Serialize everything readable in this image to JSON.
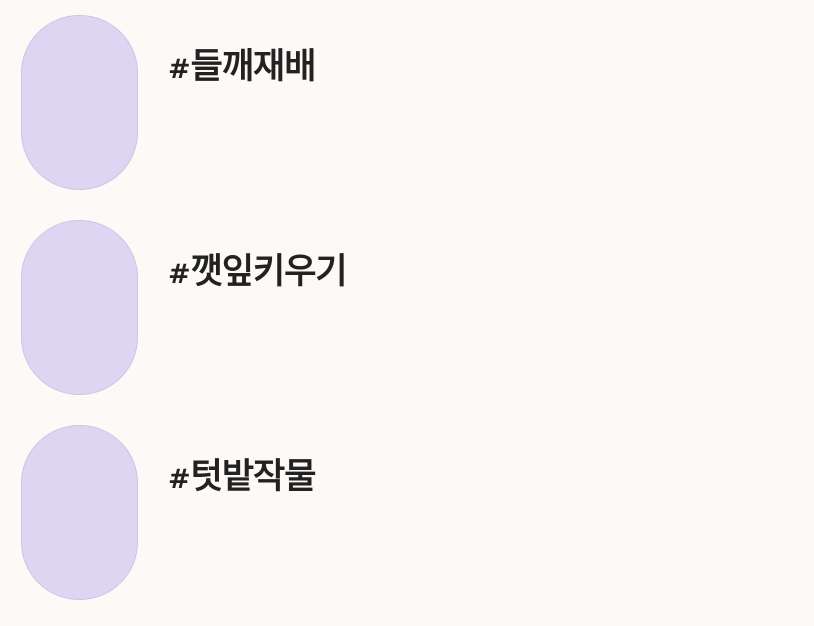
{
  "tags": [
    {
      "hash": "#",
      "label": "들깨재배"
    },
    {
      "hash": "#",
      "label": "깻잎키우기"
    },
    {
      "hash": "#",
      "label": "텃밭작물"
    }
  ],
  "colors": {
    "background": "#fdf9f6",
    "thumbnail": "#ddd6f3",
    "text": "#222222"
  }
}
